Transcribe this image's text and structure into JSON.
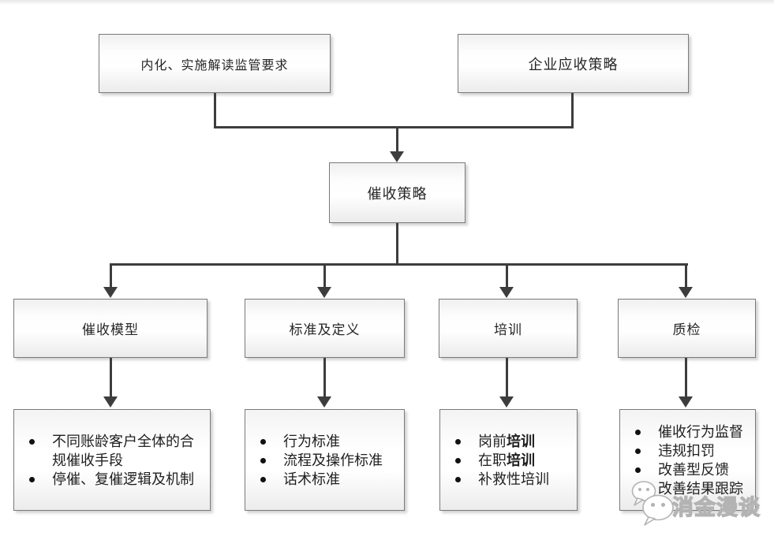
{
  "diagram": {
    "title_hint": "collection-strategy-flowchart",
    "colors": {
      "connector_line": "#3d3d3d",
      "node_border": "#7a7a7a",
      "node_fill_top": "#f0f0f0",
      "node_fill_bottom": "#ebebeb",
      "text": "#262626",
      "watermark_outline": "#b3b3b3"
    },
    "top_nodes": [
      {
        "label": "内化、实施解读监管要求"
      },
      {
        "label": "企业应收策略"
      }
    ],
    "center_node": {
      "label": "催收策略"
    },
    "branch_nodes": [
      {
        "label": "催收模型"
      },
      {
        "label": "标准及定义"
      },
      {
        "label": "培训"
      },
      {
        "label": "质检"
      }
    ],
    "detail_lists": {
      "model": {
        "items": [
          "不同账龄客户全体的合规催收手段",
          "停催、复催逻辑及机制"
        ]
      },
      "standards": {
        "items": [
          "行为标准",
          "流程及操作标准",
          "话术标准"
        ]
      },
      "training": {
        "items": [
          {
            "pre": "岗前",
            "bold": "培训"
          },
          {
            "pre": "在职",
            "bold": "培训"
          },
          {
            "pre": "补救性培训",
            "bold": ""
          }
        ]
      },
      "qa": {
        "items": [
          "催收行为监督",
          "违规扣罚",
          "改善型反馈",
          "改善结果跟踪"
        ]
      }
    },
    "watermark": {
      "text": "消金漫谈",
      "icon": "wechat-chat-bubbles-icon"
    }
  }
}
